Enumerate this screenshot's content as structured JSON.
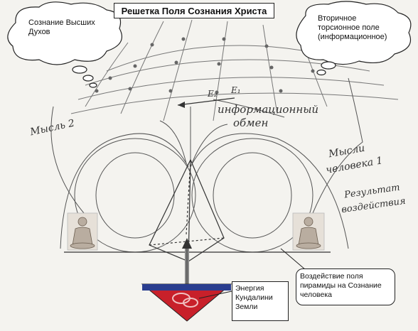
{
  "title": "Решетка Поля Сознания Христа",
  "clouds": {
    "left": "Сознание Высших Духов",
    "right": "Вторичное торсионное поле (информационное)"
  },
  "handwritten": {
    "e2": "E₂",
    "e1": "E₁",
    "exchange_line1": "информационный",
    "exchange_line2": "обмен",
    "thought2": "Мысль 2",
    "thoughts1_line1": "Мысли",
    "thoughts1_line2": "человека 1",
    "result_line1": "Результат",
    "result_line2": "воздействия"
  },
  "boxes": {
    "kundalini": "Энергия Кундалини Земли",
    "pyramid_effect": "Воздействие поля пирамиды на Сознание человека"
  },
  "colors": {
    "triangle": "#c8202a",
    "triangle_band": "#2a3d8f"
  }
}
